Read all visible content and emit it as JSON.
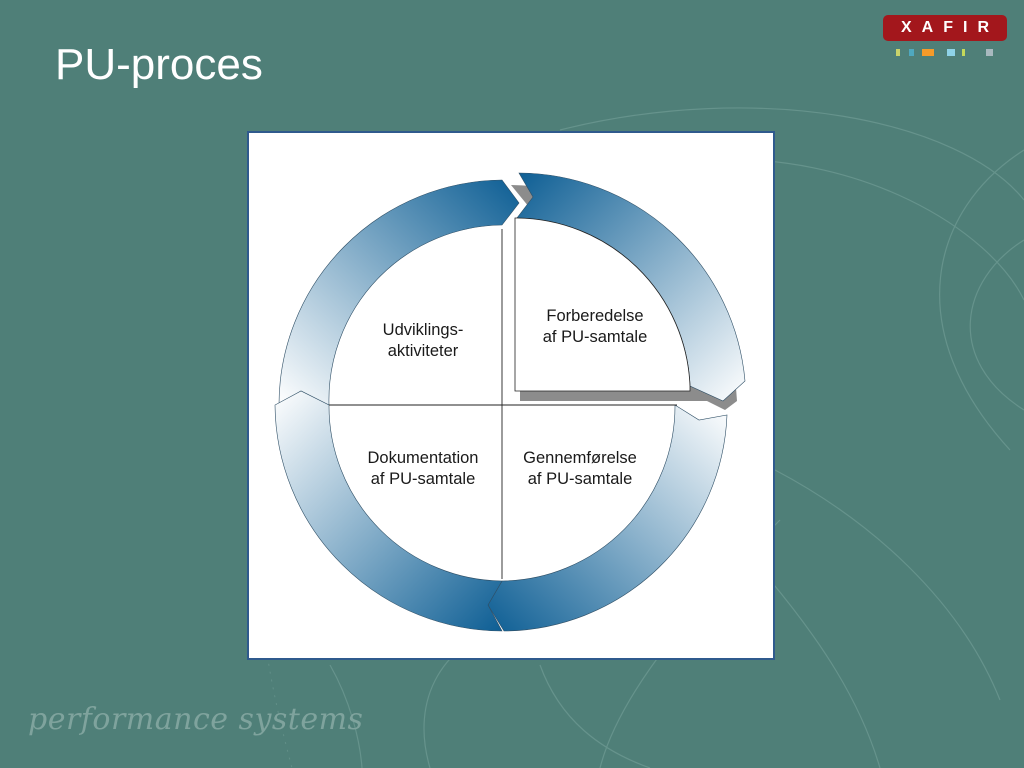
{
  "slide": {
    "title": "PU-proces",
    "footer": "performance systems"
  },
  "logo": {
    "text": "XAFIR",
    "marks": [
      "#c9d36b",
      "#4fa8bf",
      "#f59b2a",
      "#8fd3e8",
      "#c4d95a",
      "#a8b9bf"
    ]
  },
  "diagram": {
    "quadrants": [
      {
        "id": "top-left",
        "lines": [
          "Udviklings-",
          "aktiviteter"
        ]
      },
      {
        "id": "top-right",
        "lines": [
          "Forberedelse",
          "af PU-samtale"
        ]
      },
      {
        "id": "bottom-left",
        "lines": [
          "Dokumentation",
          "af PU-samtale"
        ]
      },
      {
        "id": "bottom-right",
        "lines": [
          "Gennemførelse",
          "af PU-samtale"
        ]
      }
    ],
    "colors": {
      "arrow_dark": "#0d5e94",
      "arrow_light": "#ffffff",
      "highlight_shadow": "#8c8c8c",
      "frame_border": "#2f5a8d"
    }
  }
}
